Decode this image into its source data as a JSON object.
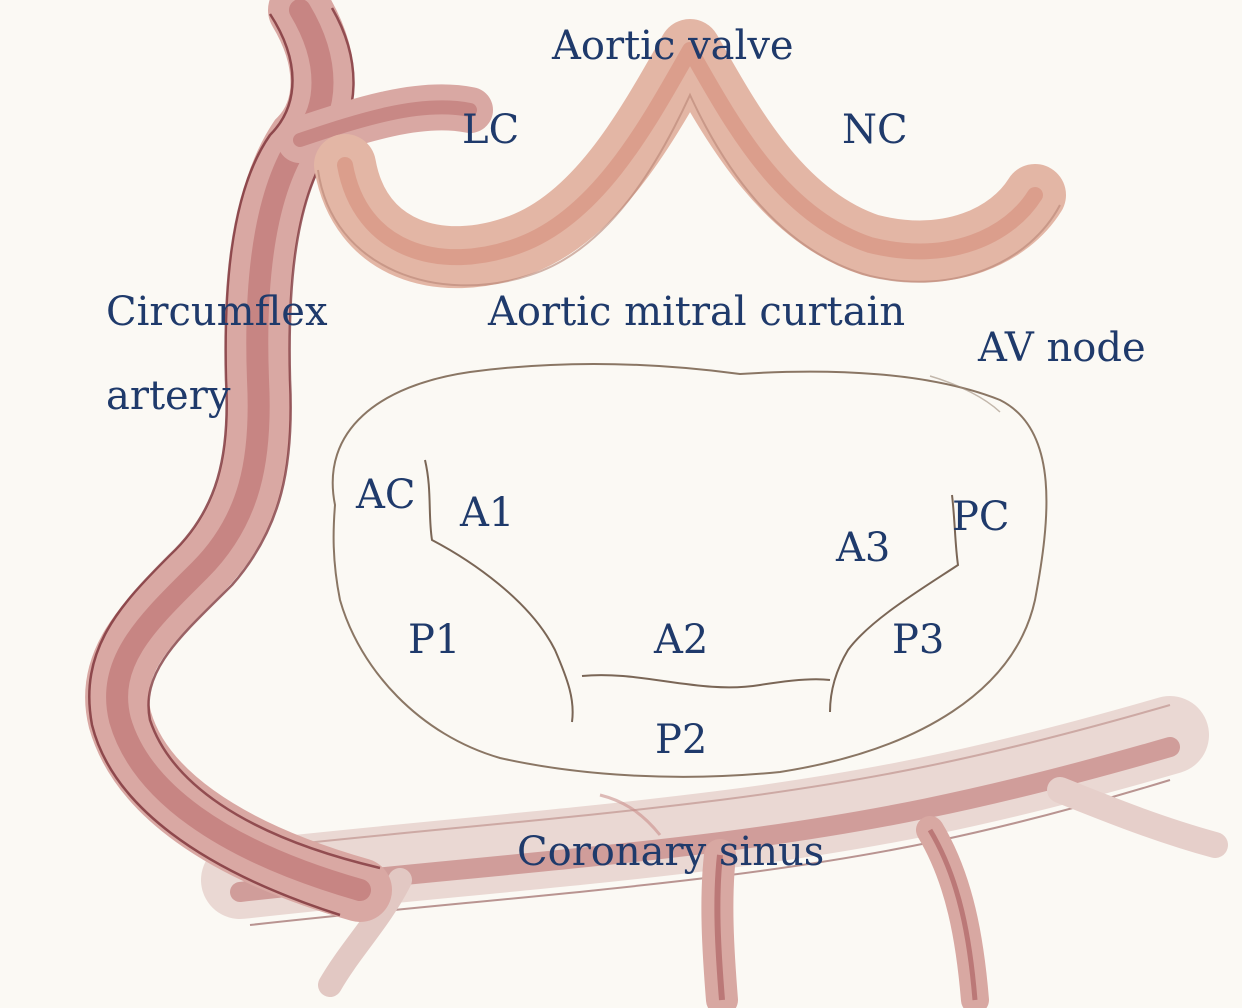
{
  "labels": {
    "aortic_valve": "Aortic valve",
    "lc": "LC",
    "nc": "NC",
    "circumflex_line1": "Circumflex",
    "circumflex_line2": "artery",
    "aortic_mitral_curtain": "Aortic mitral curtain",
    "av_node": "AV node",
    "ac": "AC",
    "a1": "A1",
    "a2": "A2",
    "a3": "A3",
    "pc": "PC",
    "p1": "P1",
    "p2": "P2",
    "p3": "P3",
    "coronary_sinus": "Coronary sinus"
  },
  "colors": {
    "paper": "#fbf9f4",
    "label_text": "#1f3a6b",
    "aortic_valve_fill": "#e6b8a6",
    "aortic_valve_core": "#d9907f",
    "circumflex_artery": "#c98a86",
    "circumflex_edge": "#7a2f36",
    "coronary_sinus_fill": "#f0e2de",
    "coronary_sinus_core": "#c98f8c",
    "annulus_line": "#8a7664"
  }
}
